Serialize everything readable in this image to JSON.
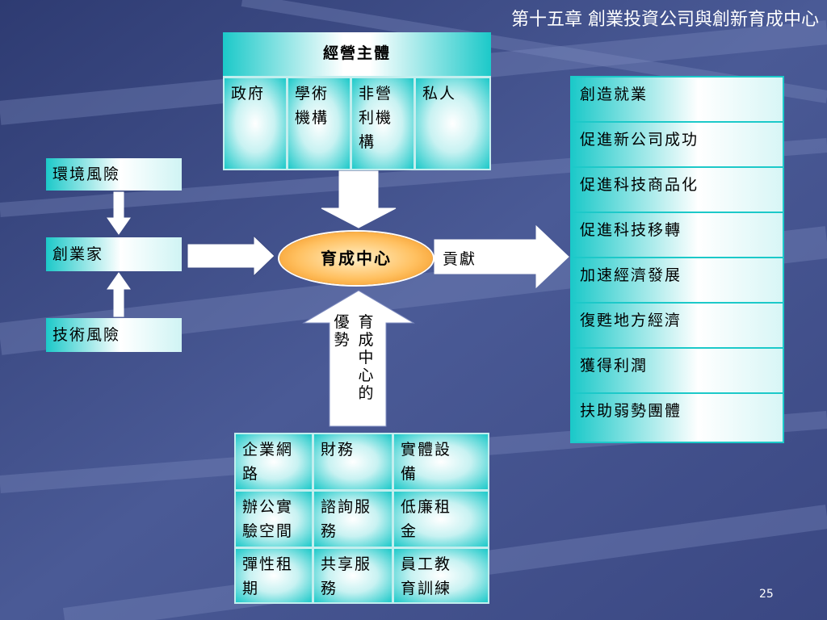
{
  "slide": {
    "chapter_title": "第十五章 創業投資公司與創新育成中心",
    "page_number": "25"
  },
  "operators": {
    "header": "經營主體",
    "items": [
      "政府",
      "學術\n機構",
      "非營\n利機\n構",
      "私人"
    ]
  },
  "risks": {
    "environment": "環境風險",
    "entrepreneur": "創業家",
    "technology": "技術風險"
  },
  "center": {
    "label": "育成中心",
    "contribution_label": "貢獻",
    "advantage_label_col1": "優\n勢",
    "advantage_label_col2": "育\n成\n中\n心\n的"
  },
  "advantages": [
    [
      "企業網\n路",
      "財務",
      "實體設\n備"
    ],
    [
      "辦公實\n驗空間",
      "諮詢服\n務",
      "低廉租\n金"
    ],
    [
      "彈性租\n期",
      "共享服\n務",
      "員工教\n育訓練"
    ]
  ],
  "contributions": [
    "創造就業",
    "促進新公司成功",
    "促進科技商品化",
    "促進科技移轉",
    "加速經濟發展",
    "復甦地方經濟",
    "獲得利潤",
    "扶助弱勢團體"
  ],
  "colors": {
    "background": "#3b4880",
    "cyan": "#1cc9c9",
    "oval_orange": "#f08a10"
  }
}
